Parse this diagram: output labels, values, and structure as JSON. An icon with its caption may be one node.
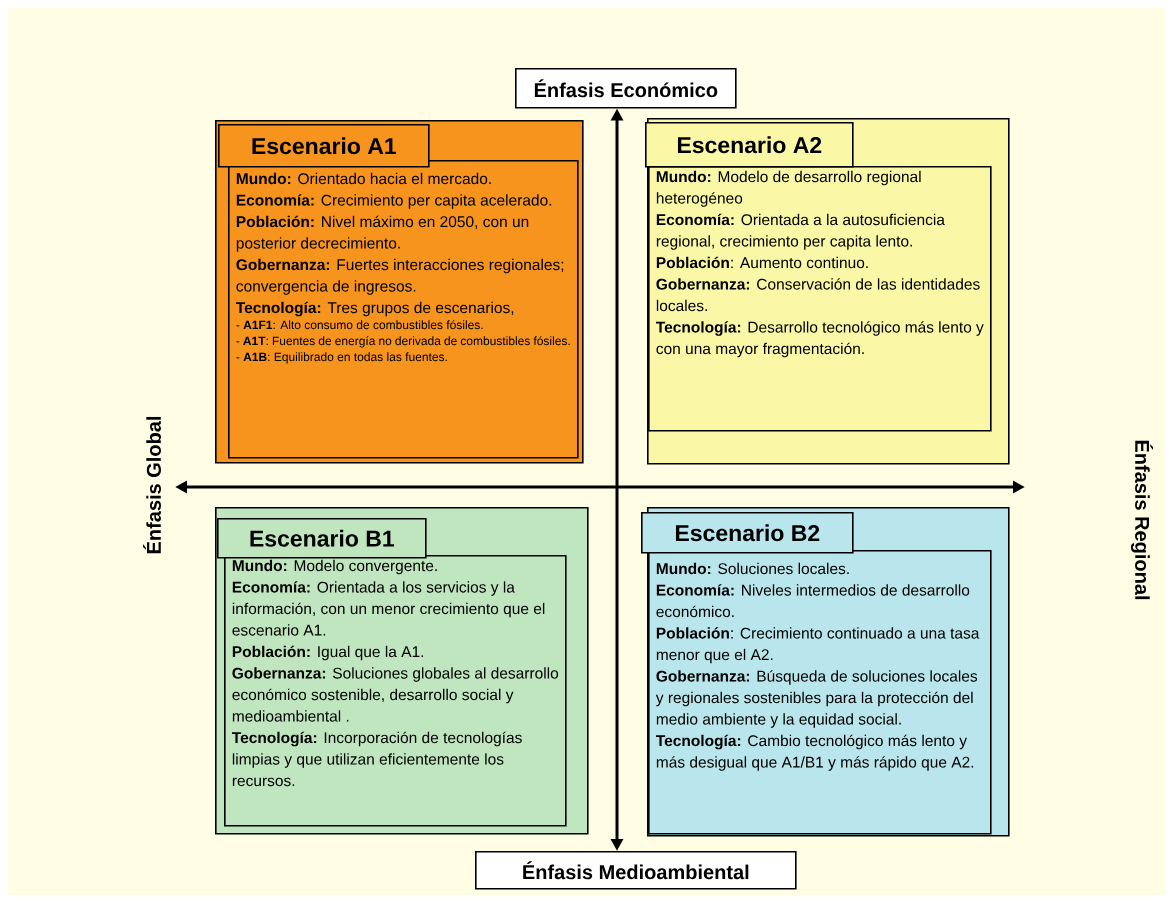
{
  "diagram": {
    "nodes": [
      {
        "text": [
          "Énfasis Económico"
        ]
      },
      {
        "text": [],
        "shape": "box"
      },
      {
        "text": [
          "Escenario A1"
        ],
        "in": 1
      },
      {
        "text": [
          "**Mundo:** Orientado hacia el mercado.",
          "**Economía:** Crecimiento per capita acelerado.",
          "**Población:** Nivel máximo en 2050, con un posterior decrecimiento.",
          "**Gobernanza:** Fuertes interacciones regionales; convergencia de ingresos.",
          "**Tecnología:** Tres grupos de escenarios,",
          "- **A1F1**: Alto consumo de combustibles fósiles.",
          "- **A1T**: Fuentes de energía no derivada de combustibles fósiles.",
          "- **A1B**: Equilibrado en todas las fuentes."
        ],
        "in": 1
      },
      {
        "text": [],
        "shape": "box"
      },
      {
        "text": [
          "Escenario A2"
        ],
        "in": 4
      },
      {
        "text": [
          "**Mundo:** Modelo de desarrollo regional heterogéneo",
          "**Economía:** Orientada a la autosuficiencia regional, crecimiento per capita lento.",
          "**Población**: Aumento continuo.",
          "**Gobernanza:** Conservación de las identidades locales.",
          "**Tecnología:** Desarrollo tecnológico más lento y con una mayor fragmentación."
        ],
        "in": 4
      },
      {
        "text": [],
        "shape": "box"
      },
      {
        "text": [
          "Escenario B1"
        ],
        "in": 7
      },
      {
        "text": [
          "**Mundo:** Modelo convergente.",
          "**Economía:** Orientada a los servicios y la información, con un menor crecimiento que el escenario A1.",
          "**Población:** Igual que la A1.",
          "**Gobernanza:** Soluciones globales al desarrollo económico sostenible, desarrollo social y medioambiental .",
          "**Tecnología:** Incorporación de tecnologías limpias y que utilizan eficientemente los recursos."
        ],
        "in": 7
      },
      {
        "text": [],
        "shape": "box"
      },
      {
        "text": [
          "Escenario B2"
        ],
        "in": 10
      },
      {
        "text": [
          "**Mundo:** Soluciones locales.",
          "**Economía:** Niveles intermedios de desarrollo económico.",
          "**Población**: Crecimiento continuado a una tasa menor que el A2.",
          "**Gobernanza:** Búsqueda de soluciones locales y regionales sostenibles para la protección del medio ambiente y la equidad social.",
          "**Tecnología:** Cambio tecnológico más lento y más desigual que A1/B1 y más rápido que A2."
        ],
        "in": 10
      },
      {
        "text": [
          "Énfasis Medioambiental"
        ]
      }
    ],
    "edges": [
      {
        "from": 0,
        "to": 13,
        "arrow": "both"
      }
    ],
    "labels": [
      "Énfasis Global",
      "Énfasis Regional"
    ]
  }
}
